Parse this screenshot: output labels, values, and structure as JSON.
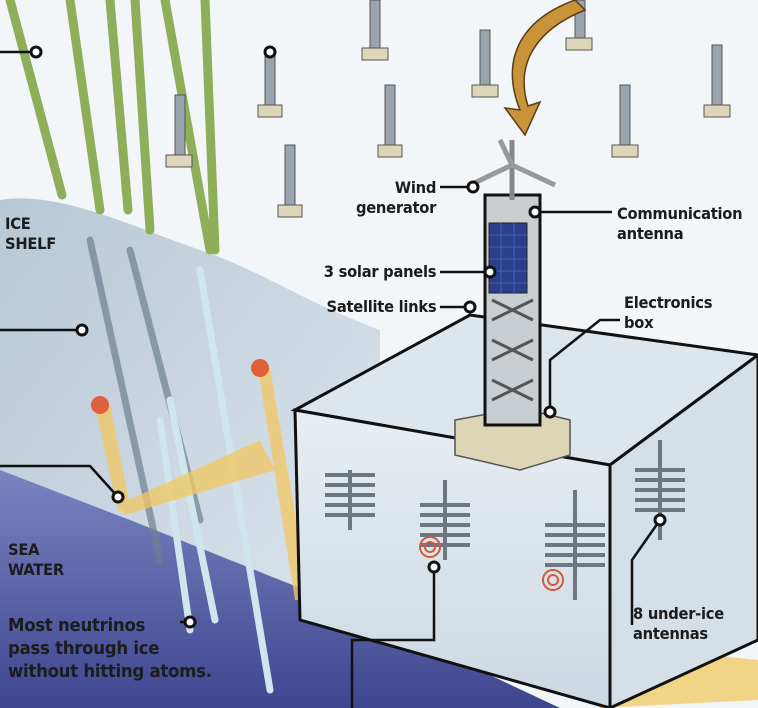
{
  "labels": {
    "ice_shelf": [
      "ICE",
      "SHELF"
    ],
    "sea_water": [
      "SEA",
      "WATER"
    ],
    "neutrinos": [
      "Most neutrinos",
      "pass through ice",
      "without hitting atoms."
    ],
    "wind_generator": [
      "Wind",
      "generator"
    ],
    "communication_antenna": [
      "Communication",
      "antenna"
    ],
    "solar_panels": "3 solar panels",
    "satellite_links": "Satellite links",
    "electronics_box": [
      "Electronics",
      "box"
    ],
    "under_ice_antennas": [
      "8 under-ice",
      "antennas"
    ]
  },
  "colors": {
    "snow": "#f4f7fa",
    "ice": "#c9d6e0",
    "sea": "#5a64a8",
    "neutrino_beam": "#8fae5a",
    "cherenkov": "#f2c860",
    "flash": "#e0603a",
    "arrow": "#c9933a",
    "solar": "#2b3f8a"
  }
}
